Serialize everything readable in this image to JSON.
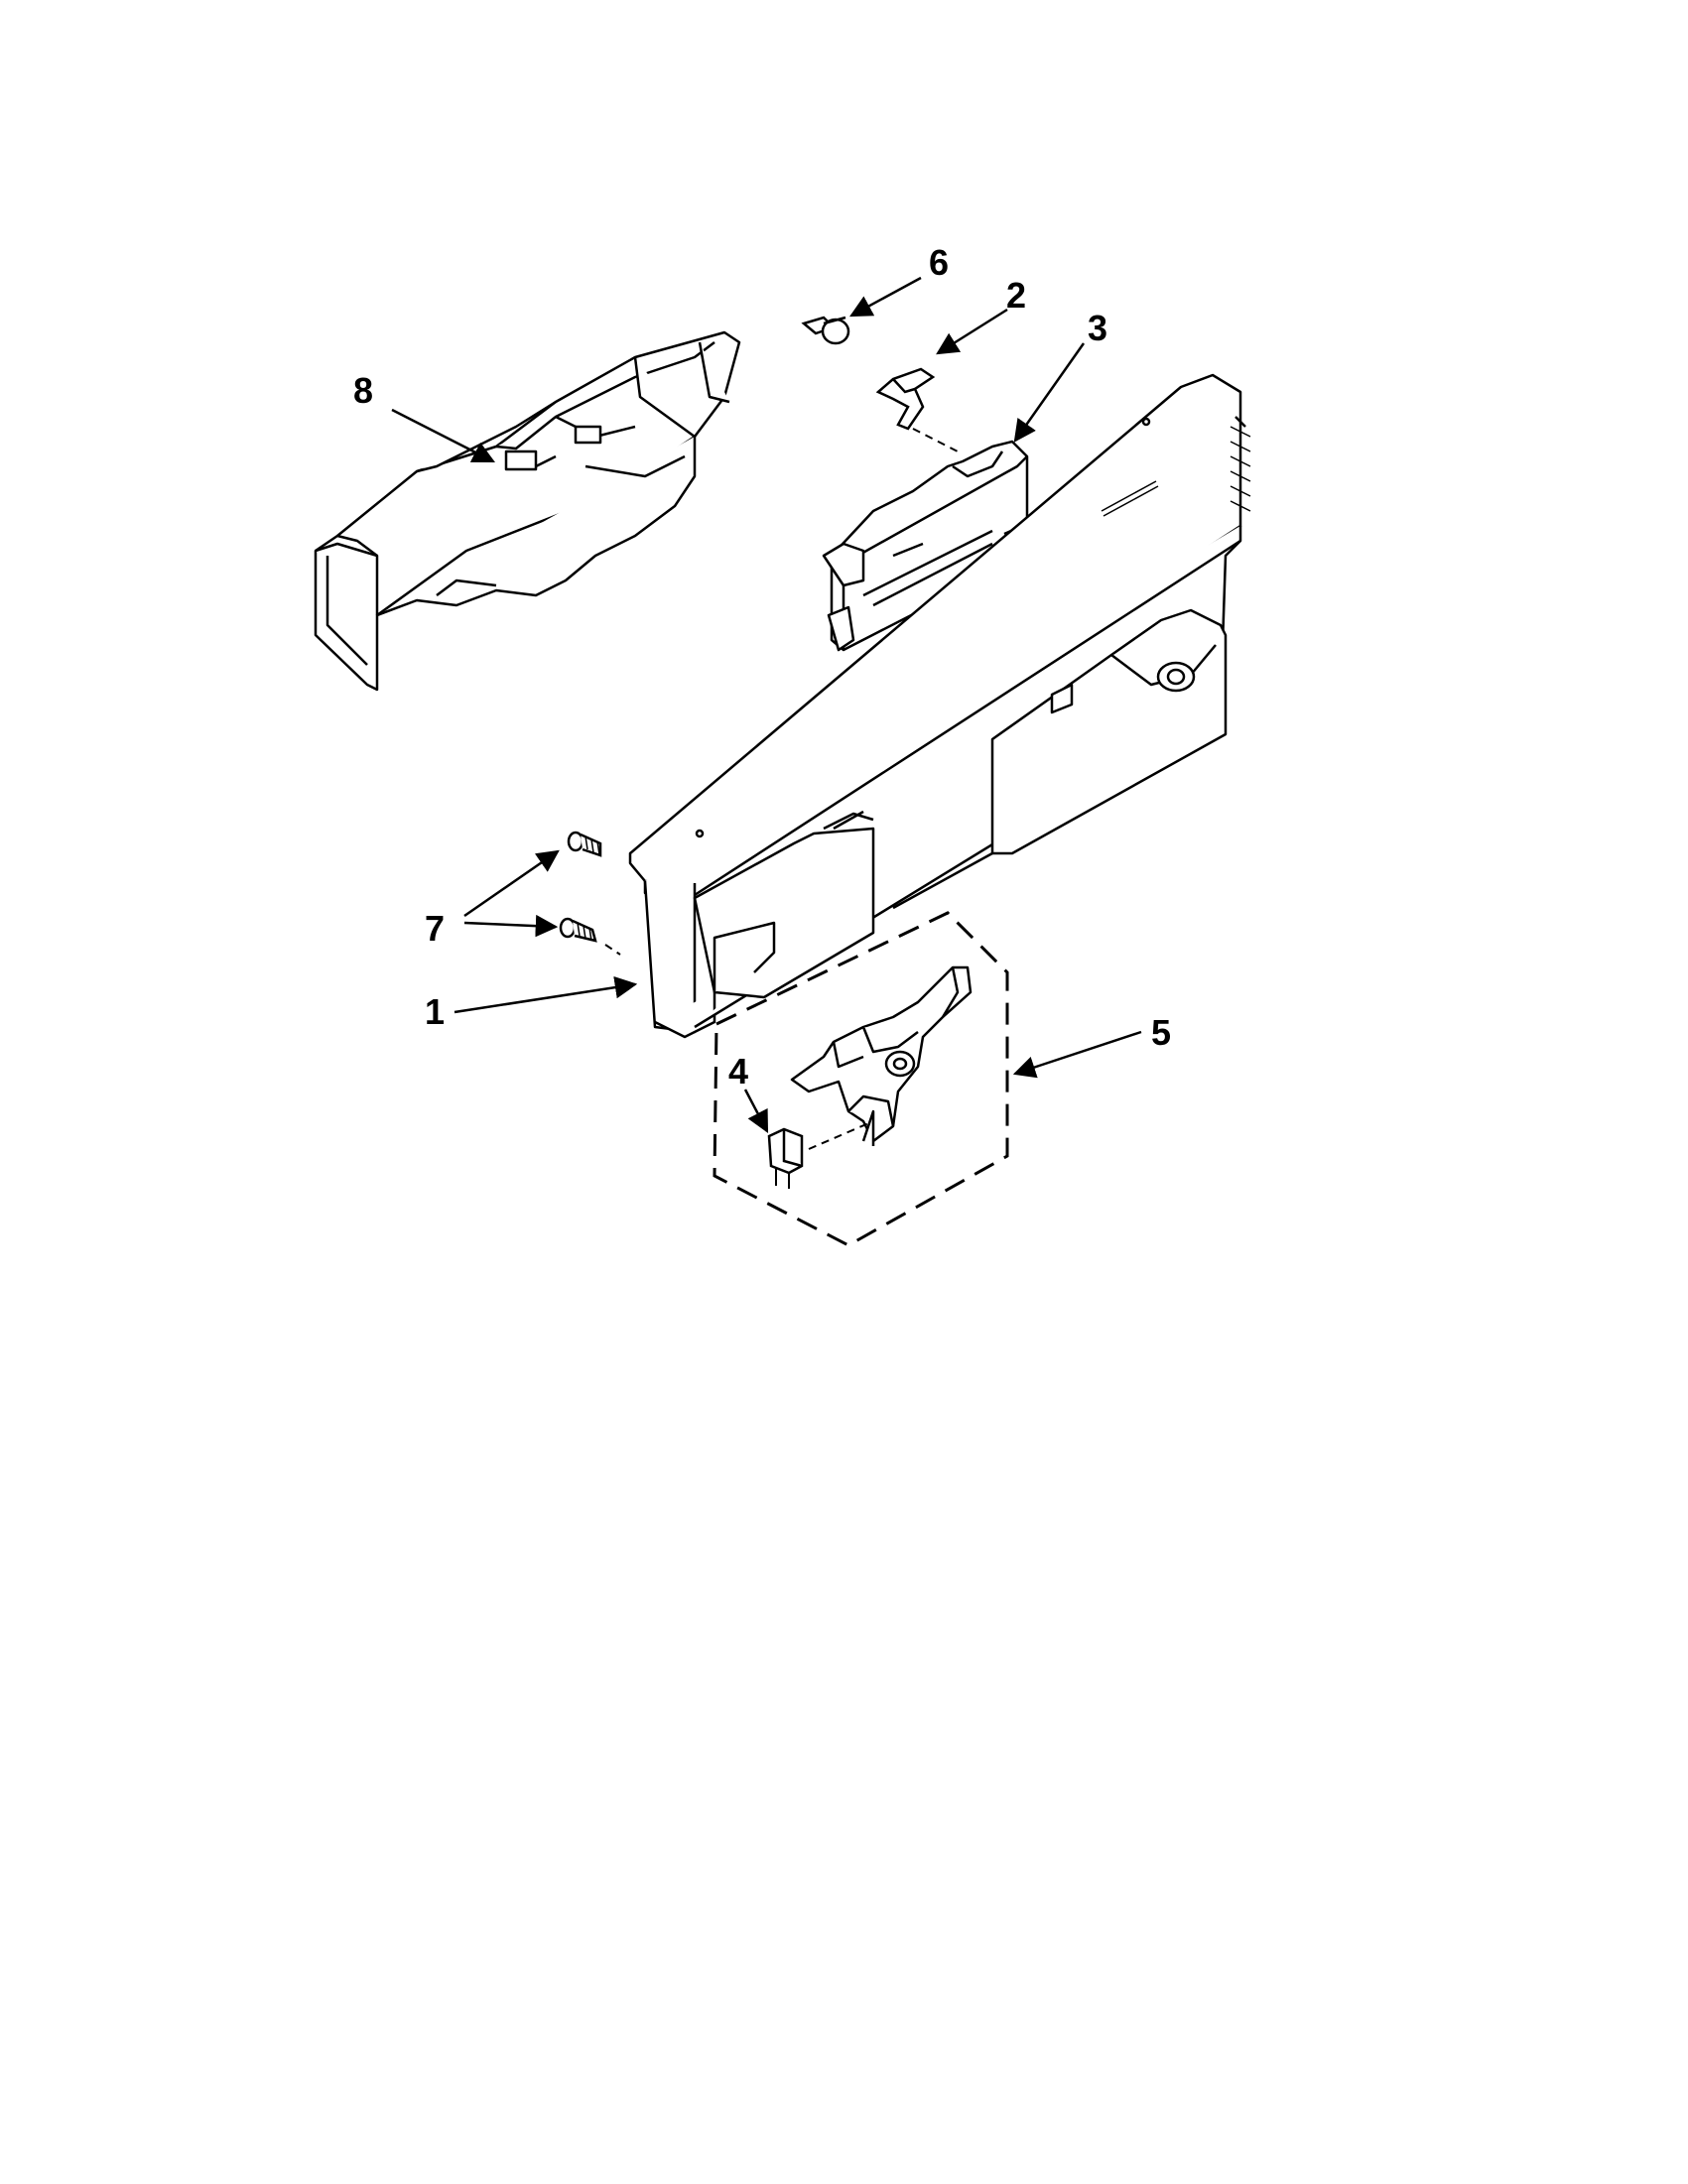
{
  "diagram": {
    "callouts": [
      {
        "id": "label-1",
        "text": "1"
      },
      {
        "id": "label-2",
        "text": "2"
      },
      {
        "id": "label-3",
        "text": "3"
      },
      {
        "id": "label-4",
        "text": "4"
      },
      {
        "id": "label-5",
        "text": "5"
      },
      {
        "id": "label-6",
        "text": "6"
      },
      {
        "id": "label-7",
        "text": "7"
      },
      {
        "id": "label-8",
        "text": "8"
      }
    ]
  },
  "colors": {
    "line": "#000000",
    "background": "#ffffff"
  }
}
